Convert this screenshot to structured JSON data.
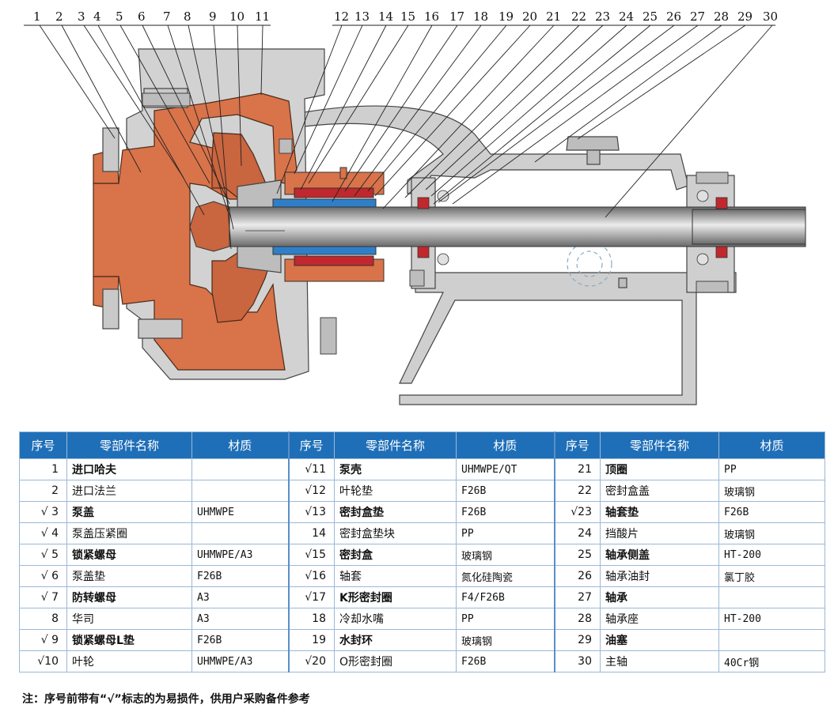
{
  "callouts": [
    "1",
    "2",
    "3",
    "4",
    "5",
    "6",
    "7",
    "8",
    "9",
    "10",
    "11",
    "12",
    "13",
    "14",
    "15",
    "16",
    "17",
    "18",
    "19",
    "20",
    "21",
    "22",
    "23",
    "24",
    "25",
    "26",
    "27",
    "28",
    "29",
    "30"
  ],
  "table": {
    "headers": [
      {
        "no": "序号",
        "name": "零部件名称",
        "mat": "材质"
      },
      {
        "no": "序号",
        "name": "零部件名称",
        "mat": "材质"
      },
      {
        "no": "序号",
        "name": "零部件名称",
        "mat": "材质"
      }
    ],
    "rows": [
      [
        {
          "no": "1",
          "name": "进口哈夫",
          "mat": ""
        },
        {
          "no": "√11",
          "name": "泵壳",
          "mat": "UHMWPE/QT"
        },
        {
          "no": "21",
          "name": "顶圈",
          "mat": "PP"
        }
      ],
      [
        {
          "no": "2",
          "name": "进口法兰",
          "mat": ""
        },
        {
          "no": "√12",
          "name": "叶轮垫",
          "mat": "F26B"
        },
        {
          "no": "22",
          "name": "密封盒盖",
          "mat": "玻璃钢"
        }
      ],
      [
        {
          "no": "√ 3",
          "name": "泵盖",
          "mat": "UHMWPE"
        },
        {
          "no": "√13",
          "name": "密封盒垫",
          "mat": "F26B"
        },
        {
          "no": "√23",
          "name": "轴套垫",
          "mat": "F26B"
        }
      ],
      [
        {
          "no": "√ 4",
          "name": "泵盖压紧圈",
          "mat": ""
        },
        {
          "no": "14",
          "name": "密封盒垫块",
          "mat": "PP"
        },
        {
          "no": "24",
          "name": "挡酸片",
          "mat": "玻璃钢"
        }
      ],
      [
        {
          "no": "√ 5",
          "name": "锁紧螺母",
          "mat": "UHMWPE/A3"
        },
        {
          "no": "√15",
          "name": "密封盒",
          "mat": "玻璃钢"
        },
        {
          "no": "25",
          "name": "轴承侧盖",
          "mat": "HT-200"
        }
      ],
      [
        {
          "no": "√ 6",
          "name": "泵盖垫",
          "mat": "F26B"
        },
        {
          "no": "√16",
          "name": "轴套",
          "mat": "氮化硅陶瓷"
        },
        {
          "no": "26",
          "name": "轴承油封",
          "mat": "氯丁胶"
        }
      ],
      [
        {
          "no": "√ 7",
          "name": "防转螺母",
          "mat": "A3"
        },
        {
          "no": "√17",
          "name": "K形密封圈",
          "mat": "F4/F26B"
        },
        {
          "no": "27",
          "name": "轴承",
          "mat": ""
        }
      ],
      [
        {
          "no": "8",
          "name": "华司",
          "mat": "A3"
        },
        {
          "no": "18",
          "name": "冷却水嘴",
          "mat": "PP"
        },
        {
          "no": "28",
          "name": "轴承座",
          "mat": "HT-200"
        }
      ],
      [
        {
          "no": "√ 9",
          "name": "锁紧螺母L垫",
          "mat": "F26B"
        },
        {
          "no": "19",
          "name": "水封环",
          "mat": "玻璃钢"
        },
        {
          "no": "29",
          "name": "油塞",
          "mat": ""
        }
      ],
      [
        {
          "no": "√10",
          "name": "叶轮",
          "mat": "UHMWPE/A3"
        },
        {
          "no": "√20",
          "name": "O形密封圈",
          "mat": "F26B"
        },
        {
          "no": "30",
          "name": "主轴",
          "mat": "40Cr钢"
        }
      ]
    ]
  },
  "note": "注：序号前带有“√”标志的为易损件，供用户采购备件参考",
  "colors": {
    "header_bg": "#1f6fb8",
    "casing": "#d9734a",
    "steel": "#c8c8c8",
    "seal_red": "#c0282d",
    "sleeve_blue": "#2f7fc8"
  }
}
